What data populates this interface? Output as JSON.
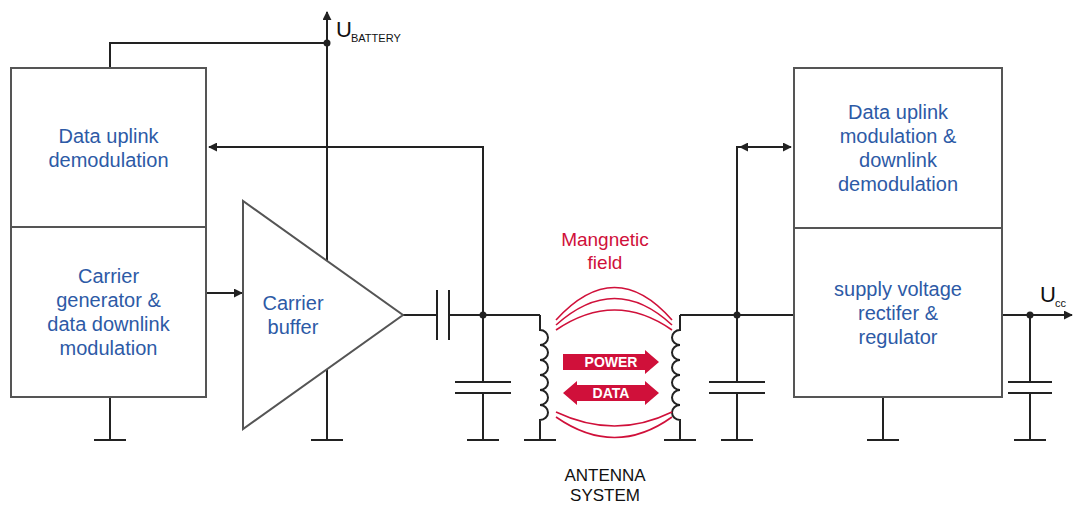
{
  "diagram": {
    "nodes": [
      {
        "text": [
          "Data uplink demodulation"
        ]
      },
      {
        "text": [
          "Carrier generator & data downlink modulation"
        ]
      },
      {
        "text": [
          "Carrier buffer"
        ]
      },
      {
        "text": [
          "Data uplink modulation & downlink demodulation"
        ]
      },
      {
        "text": [
          "supply voltage rectifer & regulator"
        ]
      },
      {
        "text": [
          "POWER"
        ]
      },
      {
        "text": [
          "DATA"
        ]
      }
    ],
    "edges": [
      {
        "from": 1,
        "to": 2,
        "arrow": "to"
      }
    ],
    "labels": [
      "U",
      "BATTERY",
      "Mangnetic field",
      "ANTENNA SYSTEM",
      "U",
      "cc"
    ]
  }
}
